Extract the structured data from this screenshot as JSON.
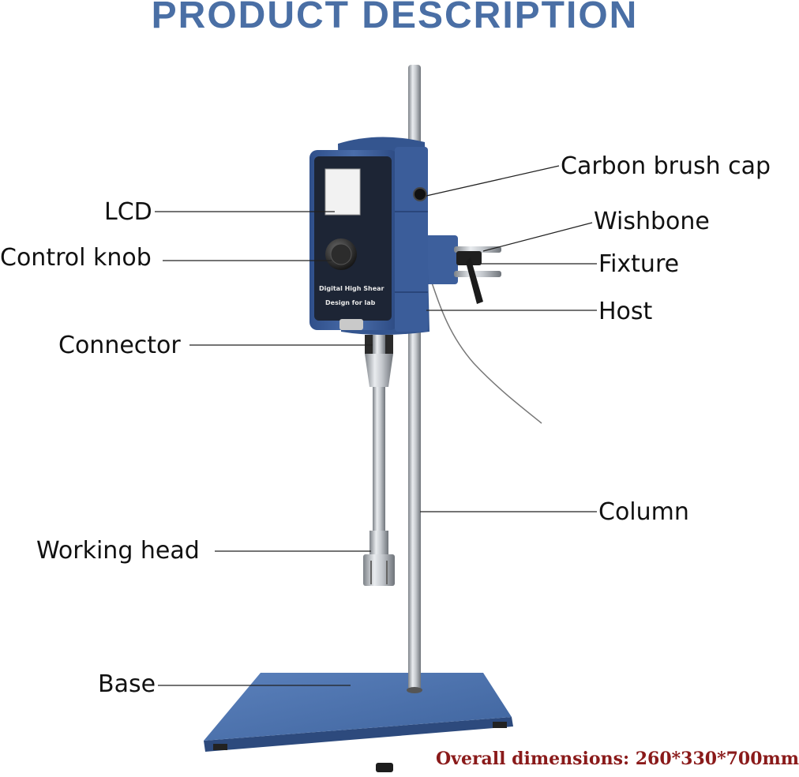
{
  "title": "PRODUCT DESCRIPTION",
  "colors": {
    "title": "#4a6fa5",
    "dimensions_text": "#8a1a1a",
    "device_body": "#3e5f9c",
    "base": "#4a6fa8",
    "steel": "#b8bcc2"
  },
  "labels": {
    "carbon_brush_cap": "Carbon brush cap",
    "lcd": "LCD",
    "wishbone": "Wishbone",
    "control_knob": "Control knob",
    "fixture": "Fixture",
    "host": "Host",
    "connector": "Connector",
    "column": "Column",
    "working_head": "Working head",
    "base": "Base"
  },
  "device_text": {
    "line1": "Digital High Shear",
    "line2": "Design for lab"
  },
  "dimensions": "Overall dimensions: 260*330*700mm"
}
